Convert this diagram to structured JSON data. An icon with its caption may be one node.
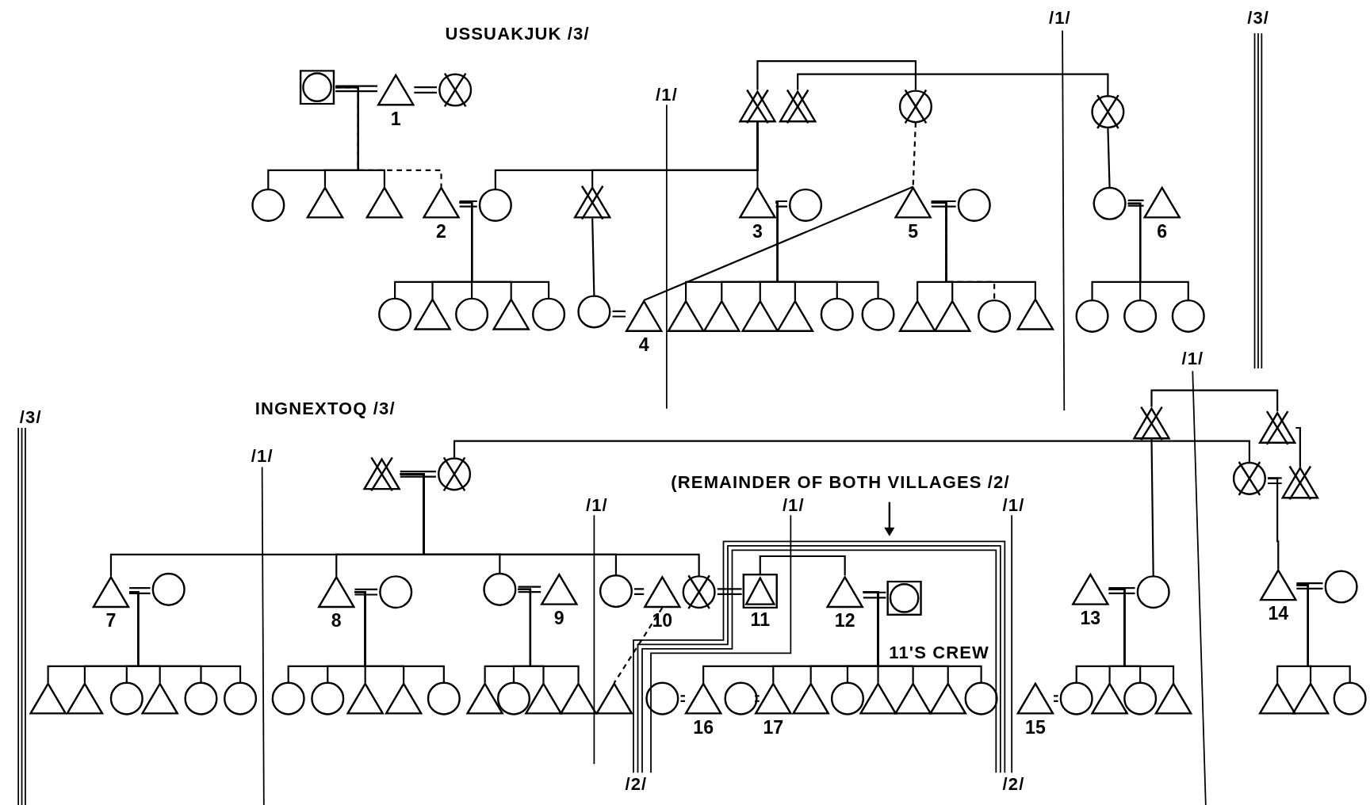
{
  "diagram": {
    "nodes": [
      {
        "text": [],
        "shape": "boxed-circle"
      },
      {
        "text": [],
        "shape": "triangle",
        "beside": [
          "1"
        ]
      },
      {
        "text": [],
        "shape": "crossed-circle"
      },
      {
        "text": [],
        "shape": "circle"
      },
      {
        "text": [],
        "shape": "triangle"
      },
      {
        "text": [],
        "shape": "triangle"
      },
      {
        "text": [],
        "shape": "triangle",
        "beside": [
          "2"
        ]
      },
      {
        "text": [],
        "shape": "circle"
      },
      {
        "text": [],
        "shape": "crossed-triangle"
      },
      {
        "text": [],
        "shape": "crossed-triangle"
      },
      {
        "text": [],
        "shape": "crossed-triangle"
      },
      {
        "text": [],
        "shape": "crossed-circle"
      },
      {
        "text": [],
        "shape": "crossed-circle"
      },
      {
        "text": [],
        "shape": "triangle",
        "beside": [
          "3"
        ]
      },
      {
        "text": [],
        "shape": "circle"
      },
      {
        "text": [],
        "shape": "triangle",
        "beside": [
          "5"
        ]
      },
      {
        "text": [],
        "shape": "circle"
      },
      {
        "text": [],
        "shape": "circle"
      },
      {
        "text": [],
        "shape": "triangle",
        "beside": [
          "6"
        ]
      },
      {
        "text": [],
        "shape": "circle"
      },
      {
        "text": [],
        "shape": "triangle"
      },
      {
        "text": [],
        "shape": "circle"
      },
      {
        "text": [],
        "shape": "triangle"
      },
      {
        "text": [],
        "shape": "circle"
      },
      {
        "text": [],
        "shape": "circle"
      },
      {
        "text": [],
        "shape": "triangle",
        "beside": [
          "4"
        ]
      },
      {
        "text": [],
        "shape": "triangle"
      },
      {
        "text": [],
        "shape": "triangle"
      },
      {
        "text": [],
        "shape": "triangle"
      },
      {
        "text": [],
        "shape": "triangle"
      },
      {
        "text": [],
        "shape": "circle"
      },
      {
        "text": [],
        "shape": "circle"
      },
      {
        "text": [],
        "shape": "triangle"
      },
      {
        "text": [],
        "shape": "triangle"
      },
      {
        "text": [],
        "shape": "circle"
      },
      {
        "text": [],
        "shape": "triangle"
      },
      {
        "text": [],
        "shape": "circle"
      },
      {
        "text": [],
        "shape": "circle"
      },
      {
        "text": [],
        "shape": "circle"
      },
      {
        "text": [],
        "shape": "crossed-triangle"
      },
      {
        "text": [],
        "shape": "crossed-circle"
      },
      {
        "text": [],
        "shape": "crossed-triangle"
      },
      {
        "text": [],
        "shape": "crossed-triangle"
      },
      {
        "text": [],
        "shape": "crossed-circle"
      },
      {
        "text": [],
        "shape": "crossed-triangle"
      },
      {
        "text": [],
        "shape": "triangle",
        "beside": [
          "7"
        ]
      },
      {
        "text": [],
        "shape": "circle"
      },
      {
        "text": [],
        "shape": "triangle",
        "beside": [
          "8"
        ]
      },
      {
        "text": [],
        "shape": "circle"
      },
      {
        "text": [],
        "shape": "circle"
      },
      {
        "text": [],
        "shape": "triangle",
        "beside": [
          "9"
        ]
      },
      {
        "text": [],
        "shape": "circle"
      },
      {
        "text": [],
        "shape": "triangle",
        "beside": [
          "10"
        ]
      },
      {
        "text": [],
        "shape": "crossed-circle"
      },
      {
        "text": [],
        "shape": "boxed-triangle",
        "beside": [
          "11"
        ]
      },
      {
        "text": [],
        "shape": "triangle",
        "beside": [
          "12"
        ]
      },
      {
        "text": [],
        "shape": "boxed-circle"
      },
      {
        "text": [],
        "shape": "triangle",
        "beside": [
          "13"
        ]
      },
      {
        "text": [],
        "shape": "circle"
      },
      {
        "text": [],
        "shape": "triangle",
        "beside": [
          "14"
        ]
      },
      {
        "text": [],
        "shape": "circle"
      },
      {
        "text": [],
        "shape": "triangle"
      },
      {
        "text": [],
        "shape": "triangle"
      },
      {
        "text": [],
        "shape": "circle"
      },
      {
        "text": [],
        "shape": "triangle"
      },
      {
        "text": [],
        "shape": "circle"
      },
      {
        "text": [],
        "shape": "circle"
      },
      {
        "text": [],
        "shape": "circle"
      },
      {
        "text": [],
        "shape": "circle"
      },
      {
        "text": [],
        "shape": "triangle"
      },
      {
        "text": [],
        "shape": "triangle"
      },
      {
        "text": [],
        "shape": "circle"
      },
      {
        "text": [],
        "shape": "triangle"
      },
      {
        "text": [],
        "shape": "circle"
      },
      {
        "text": [],
        "shape": "triangle"
      },
      {
        "text": [],
        "shape": "triangle"
      },
      {
        "text": [],
        "shape": "triangle"
      },
      {
        "text": [],
        "shape": "circle"
      },
      {
        "text": [],
        "shape": "triangle",
        "beside": [
          "16"
        ]
      },
      {
        "text": [],
        "shape": "circle"
      },
      {
        "text": [],
        "shape": "triangle",
        "beside": [
          "17"
        ]
      },
      {
        "text": [],
        "shape": "triangle"
      },
      {
        "text": [],
        "shape": "circle"
      },
      {
        "text": [],
        "shape": "triangle"
      },
      {
        "text": [],
        "shape": "triangle"
      },
      {
        "text": [],
        "shape": "triangle"
      },
      {
        "text": [],
        "shape": "circle"
      },
      {
        "text": [],
        "shape": "triangle",
        "beside": [
          "15"
        ]
      },
      {
        "text": [],
        "shape": "circle"
      },
      {
        "text": [],
        "shape": "triangle"
      },
      {
        "text": [],
        "shape": "circle"
      },
      {
        "text": [],
        "shape": "triangle"
      },
      {
        "text": [],
        "shape": "triangle"
      },
      {
        "text": [],
        "shape": "triangle"
      },
      {
        "text": [],
        "shape": "circle"
      }
    ],
    "edges": [
      {
        "from": 0,
        "to": 1,
        "arrow": "none"
      },
      {
        "from": 1,
        "to": 2,
        "arrow": "none"
      },
      {
        "from": 9,
        "to": 11,
        "arrow": "none"
      },
      {
        "from": 10,
        "to": 12,
        "arrow": "none"
      },
      {
        "from": 0,
        "to": 3,
        "arrow": "none"
      },
      {
        "from": 0,
        "to": 4,
        "arrow": "none"
      },
      {
        "from": 0,
        "to": 5,
        "arrow": "none"
      },
      {
        "from": 0,
        "to": 6,
        "arrow": "none",
        "style": "dashed"
      },
      {
        "from": 6,
        "to": 7,
        "arrow": "none"
      },
      {
        "from": 9,
        "to": 7,
        "arrow": "none"
      },
      {
        "from": 9,
        "to": 8,
        "arrow": "none"
      },
      {
        "from": 9,
        "to": 13,
        "arrow": "none"
      },
      {
        "from": 11,
        "to": 15,
        "arrow": "none",
        "style": "dashed"
      },
      {
        "from": 12,
        "to": 17,
        "arrow": "none"
      },
      {
        "from": 13,
        "to": 14,
        "arrow": "none"
      },
      {
        "from": 15,
        "to": 16,
        "arrow": "none"
      },
      {
        "from": 17,
        "to": 18,
        "arrow": "none"
      },
      {
        "from": 6,
        "to": 19,
        "arrow": "none"
      },
      {
        "from": 6,
        "to": 20,
        "arrow": "none"
      },
      {
        "from": 6,
        "to": 21,
        "arrow": "none"
      },
      {
        "from": 6,
        "to": 22,
        "arrow": "none"
      },
      {
        "from": 6,
        "to": 23,
        "arrow": "none"
      },
      {
        "from": 8,
        "to": 24,
        "arrow": "none"
      },
      {
        "from": 24,
        "to": 25,
        "arrow": "none"
      },
      {
        "from": 25,
        "to": 15,
        "arrow": "none"
      },
      {
        "from": 13,
        "to": 26,
        "arrow": "none"
      },
      {
        "from": 13,
        "to": 27,
        "arrow": "none"
      },
      {
        "from": 13,
        "to": 28,
        "arrow": "none"
      },
      {
        "from": 13,
        "to": 29,
        "arrow": "none"
      },
      {
        "from": 13,
        "to": 30,
        "arrow": "none"
      },
      {
        "from": 13,
        "to": 31,
        "arrow": "none"
      },
      {
        "from": 15,
        "to": 32,
        "arrow": "none"
      },
      {
        "from": 15,
        "to": 33,
        "arrow": "none"
      },
      {
        "from": 15,
        "to": 34,
        "arrow": "none",
        "style": "dashed"
      },
      {
        "from": 15,
        "to": 35,
        "arrow": "none"
      },
      {
        "from": 17,
        "to": 36,
        "arrow": "none"
      },
      {
        "from": 17,
        "to": 37,
        "arrow": "none"
      },
      {
        "from": 17,
        "to": 38,
        "arrow": "none"
      },
      {
        "from": 41,
        "to": 42,
        "arrow": "none"
      },
      {
        "from": 39,
        "to": 40,
        "arrow": "none"
      },
      {
        "from": 40,
        "to": 43,
        "arrow": "none"
      },
      {
        "from": 43,
        "to": 44,
        "arrow": "none"
      },
      {
        "from": 42,
        "to": 44,
        "arrow": "none"
      },
      {
        "from": 41,
        "to": 58,
        "arrow": "none"
      },
      {
        "from": 43,
        "to": 59,
        "arrow": "none"
      },
      {
        "from": 39,
        "to": 45,
        "arrow": "none"
      },
      {
        "from": 39,
        "to": 47,
        "arrow": "none"
      },
      {
        "from": 39,
        "to": 49,
        "arrow": "none"
      },
      {
        "from": 39,
        "to": 51,
        "arrow": "none"
      },
      {
        "from": 39,
        "to": 53,
        "arrow": "none"
      },
      {
        "from": 45,
        "to": 46,
        "arrow": "none"
      },
      {
        "from": 47,
        "to": 48,
        "arrow": "none"
      },
      {
        "from": 49,
        "to": 50,
        "arrow": "none"
      },
      {
        "from": 51,
        "to": 52,
        "arrow": "none"
      },
      {
        "from": 53,
        "to": 54,
        "arrow": "none"
      },
      {
        "from": 54,
        "to": 55,
        "arrow": "none"
      },
      {
        "from": 55,
        "to": 56,
        "arrow": "none"
      },
      {
        "from": 57,
        "to": 58,
        "arrow": "none"
      },
      {
        "from": 59,
        "to": 60,
        "arrow": "none"
      },
      {
        "from": 45,
        "to": 61,
        "arrow": "none"
      },
      {
        "from": 45,
        "to": 62,
        "arrow": "none"
      },
      {
        "from": 45,
        "to": 63,
        "arrow": "none"
      },
      {
        "from": 45,
        "to": 64,
        "arrow": "none"
      },
      {
        "from": 45,
        "to": 65,
        "arrow": "none"
      },
      {
        "from": 45,
        "to": 66,
        "arrow": "none"
      },
      {
        "from": 47,
        "to": 67,
        "arrow": "none"
      },
      {
        "from": 47,
        "to": 68,
        "arrow": "none"
      },
      {
        "from": 47,
        "to": 69,
        "arrow": "none"
      },
      {
        "from": 47,
        "to": 70,
        "arrow": "none"
      },
      {
        "from": 47,
        "to": 71,
        "arrow": "none"
      },
      {
        "from": 49,
        "to": 72,
        "arrow": "none"
      },
      {
        "from": 49,
        "to": 73,
        "arrow": "none"
      },
      {
        "from": 49,
        "to": 74,
        "arrow": "none"
      },
      {
        "from": 49,
        "to": 75,
        "arrow": "none"
      },
      {
        "from": 52,
        "to": 76,
        "arrow": "none",
        "style": "dashed"
      },
      {
        "from": 77,
        "to": 78,
        "arrow": "none"
      },
      {
        "from": 79,
        "to": 80,
        "arrow": "none"
      },
      {
        "from": 55,
        "to": 78,
        "arrow": "none"
      },
      {
        "from": 55,
        "to": 80,
        "arrow": "none"
      },
      {
        "from": 55,
        "to": 81,
        "arrow": "none"
      },
      {
        "from": 55,
        "to": 82,
        "arrow": "none"
      },
      {
        "from": 55,
        "to": 83,
        "arrow": "none"
      },
      {
        "from": 55,
        "to": 84,
        "arrow": "none"
      },
      {
        "from": 55,
        "to": 85,
        "arrow": "none"
      },
      {
        "from": 55,
        "to": 86,
        "arrow": "none"
      },
      {
        "from": 87,
        "to": 88,
        "arrow": "none"
      },
      {
        "from": 57,
        "to": 88,
        "arrow": "none"
      },
      {
        "from": 57,
        "to": 89,
        "arrow": "none"
      },
      {
        "from": 57,
        "to": 90,
        "arrow": "none"
      },
      {
        "from": 57,
        "to": 91,
        "arrow": "none"
      },
      {
        "from": 59,
        "to": 92,
        "arrow": "none"
      },
      {
        "from": 59,
        "to": 93,
        "arrow": "none"
      },
      {
        "from": 59,
        "to": 94,
        "arrow": "none"
      }
    ],
    "labels": [
      "/1/",
      "/3/",
      "USSUAKJUK /3/",
      "/1/",
      "/1/",
      "/3/",
      "INGNEXTOQ /3/",
      "/1/",
      "(REMAINDER OF BOTH VILLAGES /2/",
      "/1/",
      "/1/",
      "/1/",
      "11'S CREW",
      "/2/",
      "/2/"
    ]
  }
}
